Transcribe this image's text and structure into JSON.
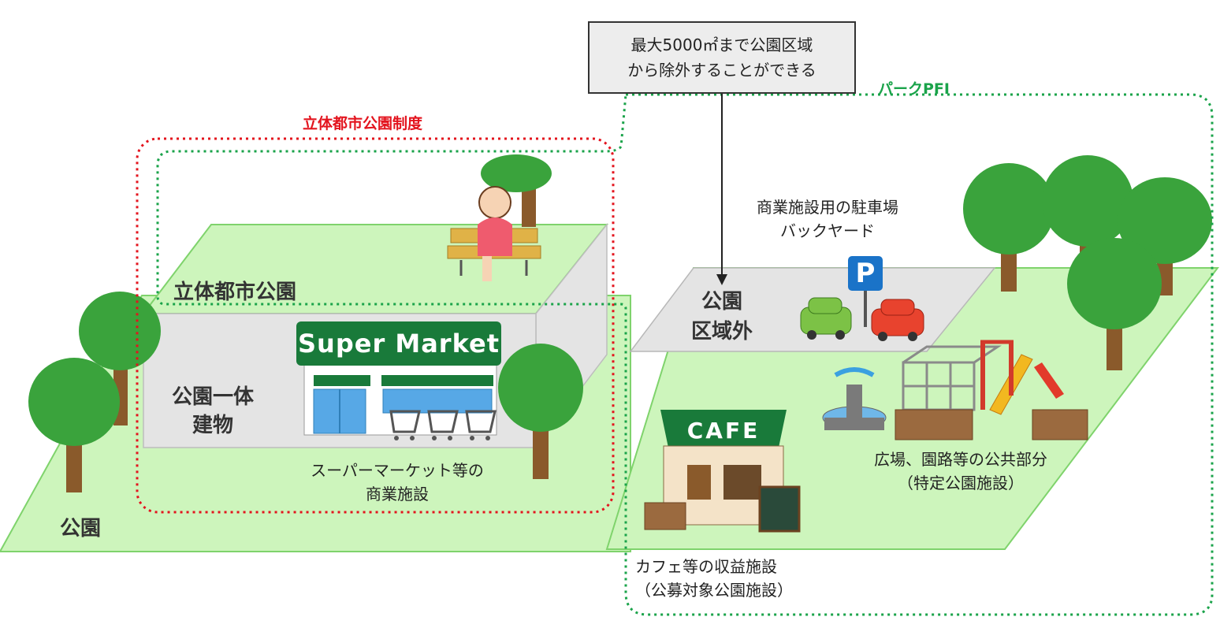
{
  "callout": {
    "line1": "最大5000㎡まで公園区域",
    "line2": "から除外することができる"
  },
  "labels": {
    "rittai_seido": "立体都市公園制度",
    "park_pfi": "パークPFI",
    "rittai_koen": "立体都市公園",
    "koen_ittai_1": "公園一体",
    "koen_ittai_2": "建物",
    "supermarket_desc_1": "スーパーマーケット等の",
    "supermarket_desc_2": "商業施設",
    "koen": "公園",
    "parking_1": "商業施設用の駐車場",
    "parking_2": "バックヤード",
    "kuikigai_1": "公園",
    "kuikigai_2": "区域外",
    "hiroba_1": "広場、園路等の公共部分",
    "hiroba_2": "（特定公園施設）",
    "cafe_desc_1": "カフェ等の収益施設",
    "cafe_desc_2": "（公募対象公園施設）"
  },
  "signs": {
    "supermarket": "Super Market",
    "cafe": "CAFE",
    "parking": "P"
  },
  "colors": {
    "red_border": "#e3141e",
    "green_border": "#1aa34a",
    "grass": "#cdf5bc",
    "grass_edge": "#7fd36c",
    "building": "#e4e4e4",
    "tree": "#3aa33c",
    "trunk": "#8a5a2b"
  },
  "icons": [
    "tree-icon",
    "woman-on-bench-icon",
    "shopping-cart-icon",
    "fountain-icon",
    "jungle-gym-icon",
    "slide-icon",
    "car-icon",
    "parking-sign-icon",
    "cafe-shop-icon"
  ]
}
